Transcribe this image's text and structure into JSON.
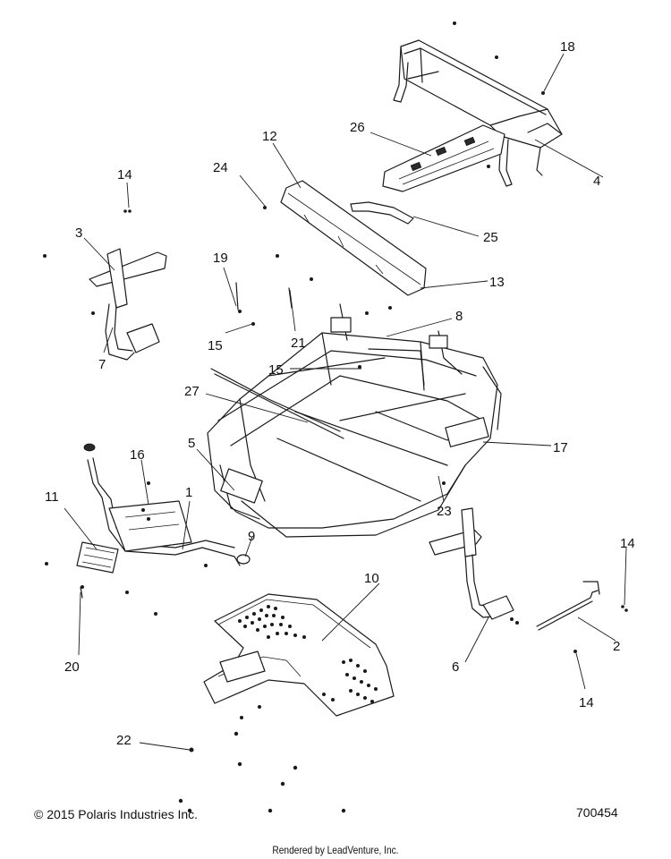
{
  "diagram": {
    "callouts": {
      "c1": "1",
      "c2": "2",
      "c3": "3",
      "c4": "4",
      "c5": "5",
      "c6": "6",
      "c7": "7",
      "c8": "8",
      "c9": "9",
      "c10": "10",
      "c11": "11",
      "c12": "12",
      "c13": "13",
      "c14a": "14",
      "c14b": "14",
      "c14c": "14",
      "c15a": "15",
      "c15b": "15",
      "c16": "16",
      "c17": "17",
      "c18": "18",
      "c19": "19",
      "c20": "20",
      "c21": "21",
      "c22": "22",
      "c23": "23",
      "c24": "24",
      "c25": "25",
      "c26": "26",
      "c27": "27"
    }
  },
  "footer": {
    "copyright": "© 2015 Polaris Industries Inc.",
    "drawing_number": "700454",
    "render_credit": "Rendered by LeadVenture, Inc."
  }
}
